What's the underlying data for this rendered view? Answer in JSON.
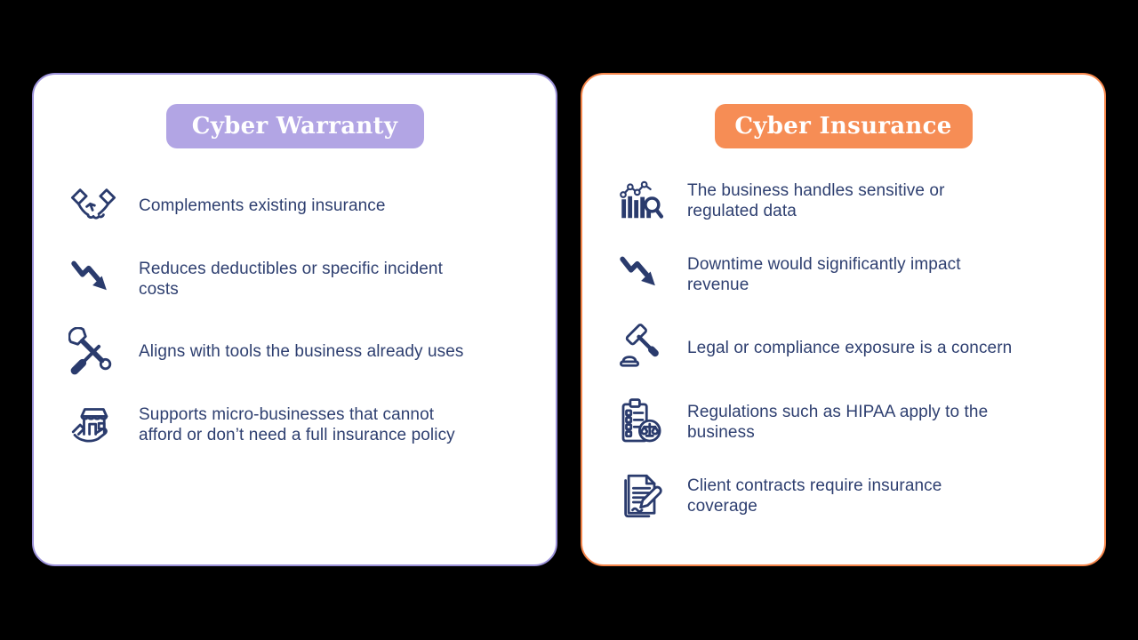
{
  "page": {
    "background": "#000000"
  },
  "colors": {
    "navy_text": "#2e3f70",
    "navy_icon": "#2a3b6d",
    "card_bg": "#ffffff",
    "warranty_badge": "#b2a5e4",
    "warranty_border": "#9b91d9",
    "insurance_badge": "#f68d55",
    "insurance_border": "#f6864b",
    "badge_text": "#ffffff"
  },
  "cards": [
    {
      "title": "Cyber Warranty",
      "items": [
        {
          "icon": "handshake-icon",
          "text": "Complements existing insurance"
        },
        {
          "icon": "trend-down-icon",
          "text": "Reduces deductibles or specific incident\ncosts"
        },
        {
          "icon": "tools-icon",
          "text": "Aligns with tools the business already uses"
        },
        {
          "icon": "store-in-hand-icon",
          "text": "Supports micro-businesses that cannot\nafford or don’t need a full insurance policy"
        }
      ]
    },
    {
      "title": "Cyber Insurance",
      "items": [
        {
          "icon": "chart-magnifier-icon",
          "text": "The business handles sensitive or\nregulated data"
        },
        {
          "icon": "trend-down-icon",
          "text": "Downtime would significantly impact\nrevenue"
        },
        {
          "icon": "gavel-icon",
          "text": "Legal or compliance exposure is a concern"
        },
        {
          "icon": "clipboard-scale-icon",
          "text": "Regulations such as HIPAA apply to the\nbusiness"
        },
        {
          "icon": "document-pen-icon",
          "text": "Client contracts require insurance\ncoverage"
        }
      ]
    }
  ]
}
